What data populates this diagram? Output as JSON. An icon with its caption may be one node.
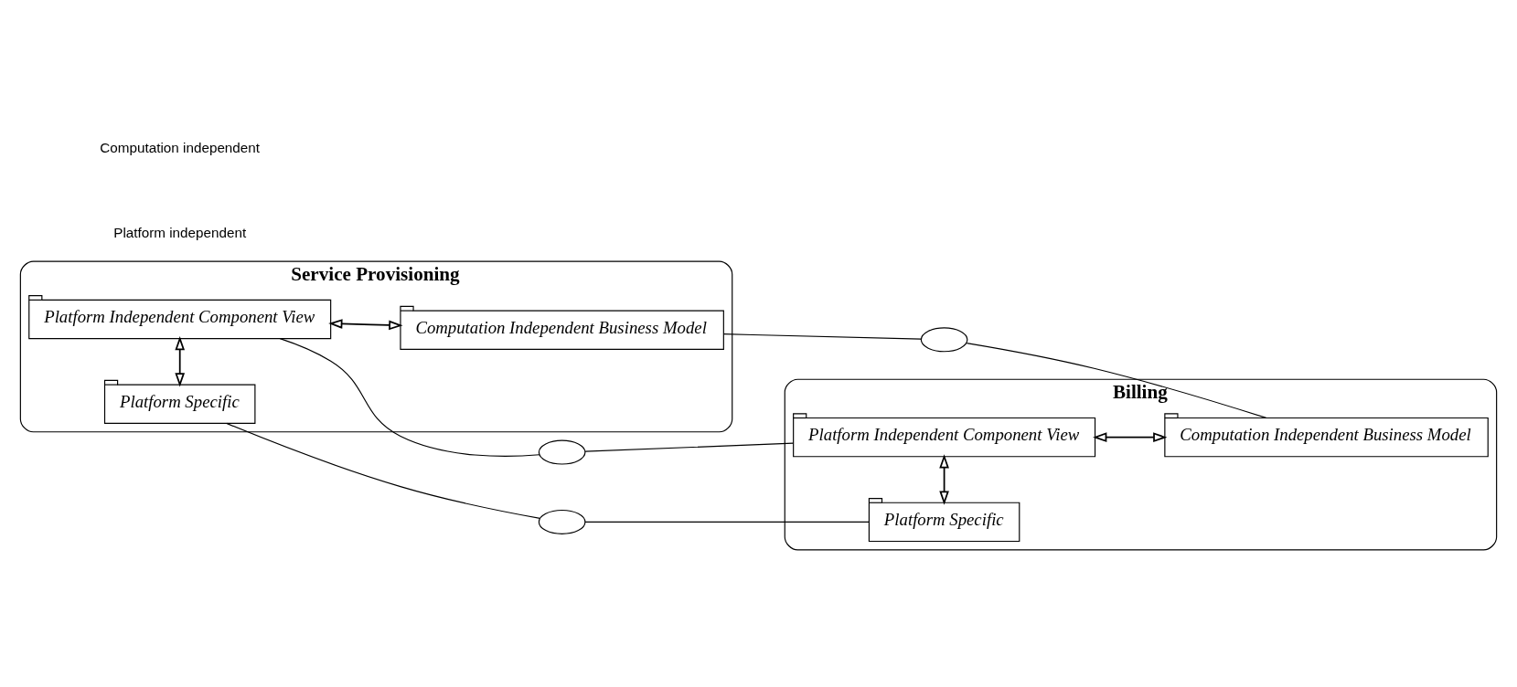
{
  "diagram": {
    "nodes": [
      {
        "text": [
          "Service Provisioning"
        ]
      },
      {
        "text": [
          "Computation Independent Business Model"
        ],
        "in": 0
      },
      {
        "text": [
          "Platform Independent Component View"
        ],
        "in": 0
      },
      {
        "text": [
          "Platform Specific"
        ],
        "in": 0
      },
      {
        "text": [
          "Billing"
        ]
      },
      {
        "text": [
          "Computation Independent Business Model"
        ],
        "in": 4
      },
      {
        "text": [
          "Platform Independent Component View"
        ],
        "in": 4
      },
      {
        "text": [
          "Platform Specific"
        ],
        "in": 4
      },
      {
        "text": [],
        "shape": "ellipse"
      },
      {
        "text": [],
        "shape": "ellipse"
      },
      {
        "text": [],
        "shape": "ellipse"
      }
    ],
    "edges": [
      {
        "from": 1,
        "to": 2,
        "arrow": "both"
      },
      {
        "from": 2,
        "to": 3,
        "arrow": "both"
      },
      {
        "from": 5,
        "to": 6,
        "arrow": "both"
      },
      {
        "from": 6,
        "to": 7,
        "arrow": "both"
      },
      {
        "from": 1,
        "to": 8,
        "arrow": "none"
      },
      {
        "from": 8,
        "to": 5,
        "arrow": "none"
      },
      {
        "from": 2,
        "to": 9,
        "arrow": "none"
      },
      {
        "from": 9,
        "to": 6,
        "arrow": "none"
      },
      {
        "from": 3,
        "to": 10,
        "arrow": "none"
      },
      {
        "from": 10,
        "to": 7,
        "arrow": "none"
      }
    ],
    "labels": [
      "Computation independent",
      "Platform independent"
    ]
  }
}
